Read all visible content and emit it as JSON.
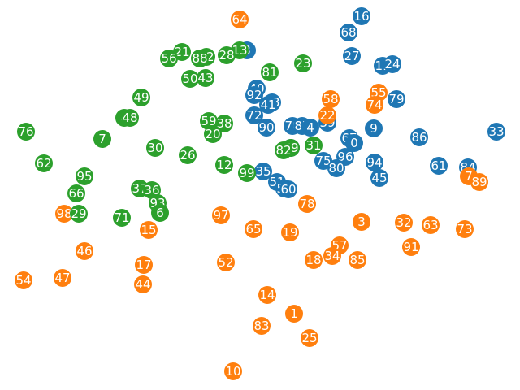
{
  "chart_data": {
    "type": "scatter",
    "title": "",
    "xlabel": "",
    "ylabel": "",
    "grid": false,
    "axes_visible": false,
    "xlim": [
      0,
      640
    ],
    "ylim": [
      0,
      480
    ],
    "series": [
      {
        "color": "#1f77b4",
        "points": [
          {
            "label": "16",
            "x": 445,
            "y": 20
          },
          {
            "label": "68",
            "x": 429,
            "y": 40
          },
          {
            "label": "3",
            "x": 304,
            "y": 62
          },
          {
            "label": "27",
            "x": 433,
            "y": 69
          },
          {
            "label": "11",
            "x": 471,
            "y": 81
          },
          {
            "label": "24",
            "x": 483,
            "y": 79
          },
          {
            "label": "40",
            "x": 316,
            "y": 109
          },
          {
            "label": "92",
            "x": 313,
            "y": 117
          },
          {
            "label": "79",
            "x": 488,
            "y": 122
          },
          {
            "label": "53",
            "x": 335,
            "y": 126
          },
          {
            "label": "41",
            "x": 330,
            "y": 129
          },
          {
            "label": "72",
            "x": 313,
            "y": 142
          },
          {
            "label": "39",
            "x": 403,
            "y": 151
          },
          {
            "label": "70",
            "x": 360,
            "y": 155
          },
          {
            "label": "87",
            "x": 372,
            "y": 155
          },
          {
            "label": "4",
            "x": 382,
            "y": 157
          },
          {
            "label": "90",
            "x": 328,
            "y": 157
          },
          {
            "label": "9",
            "x": 460,
            "y": 158
          },
          {
            "label": "33",
            "x": 611,
            "y": 162
          },
          {
            "label": "86",
            "x": 516,
            "y": 169
          },
          {
            "label": "67",
            "x": 430,
            "y": 170
          },
          {
            "label": "0",
            "x": 436,
            "y": 176
          },
          {
            "label": "2",
            "x": 358,
            "y": 182
          },
          {
            "label": "96",
            "x": 425,
            "y": 193
          },
          {
            "label": "75",
            "x": 398,
            "y": 198
          },
          {
            "label": "94",
            "x": 461,
            "y": 200
          },
          {
            "label": "61",
            "x": 540,
            "y": 204
          },
          {
            "label": "84",
            "x": 576,
            "y": 206
          },
          {
            "label": "80",
            "x": 414,
            "y": 207
          },
          {
            "label": "35",
            "x": 324,
            "y": 211
          },
          {
            "label": "45",
            "x": 467,
            "y": 219
          },
          {
            "label": "51",
            "x": 341,
            "y": 224
          },
          {
            "label": "58",
            "x": 350,
            "y": 232
          },
          {
            "label": "60",
            "x": 355,
            "y": 233
          }
        ]
      },
      {
        "color": "#ff7f0e",
        "points": [
          {
            "label": "64",
            "x": 295,
            "y": 24
          },
          {
            "label": "55",
            "x": 466,
            "y": 114
          },
          {
            "label": "58",
            "x": 407,
            "y": 122
          },
          {
            "label": "74",
            "x": 461,
            "y": 129
          },
          {
            "label": "22",
            "x": 403,
            "y": 142
          },
          {
            "label": "7",
            "x": 577,
            "y": 217
          },
          {
            "label": "89",
            "x": 590,
            "y": 224
          },
          {
            "label": "78",
            "x": 378,
            "y": 251
          },
          {
            "label": "98",
            "x": 79,
            "y": 263
          },
          {
            "label": "97",
            "x": 272,
            "y": 265
          },
          {
            "label": "3",
            "x": 445,
            "y": 273
          },
          {
            "label": "32",
            "x": 497,
            "y": 274
          },
          {
            "label": "63",
            "x": 530,
            "y": 277
          },
          {
            "label": "73",
            "x": 572,
            "y": 282
          },
          {
            "label": "15",
            "x": 183,
            "y": 283
          },
          {
            "label": "65",
            "x": 312,
            "y": 282
          },
          {
            "label": "19",
            "x": 357,
            "y": 286
          },
          {
            "label": "57",
            "x": 418,
            "y": 302
          },
          {
            "label": "91",
            "x": 506,
            "y": 304
          },
          {
            "label": "46",
            "x": 104,
            "y": 309
          },
          {
            "label": "34",
            "x": 409,
            "y": 315
          },
          {
            "label": "18",
            "x": 386,
            "y": 320
          },
          {
            "label": "85",
            "x": 440,
            "y": 320
          },
          {
            "label": "52",
            "x": 278,
            "y": 323
          },
          {
            "label": "17",
            "x": 177,
            "y": 326
          },
          {
            "label": "47",
            "x": 77,
            "y": 342
          },
          {
            "label": "54",
            "x": 29,
            "y": 345
          },
          {
            "label": "44",
            "x": 176,
            "y": 350
          },
          {
            "label": "14",
            "x": 329,
            "y": 363
          },
          {
            "label": "1",
            "x": 362,
            "y": 386
          },
          {
            "label": "83",
            "x": 322,
            "y": 401
          },
          {
            "label": "25",
            "x": 381,
            "y": 416
          },
          {
            "label": "10",
            "x": 287,
            "y": 457
          }
        ]
      },
      {
        "color": "#2ca02c",
        "points": [
          {
            "label": "13",
            "x": 295,
            "y": 62
          },
          {
            "label": "21",
            "x": 224,
            "y": 64
          },
          {
            "label": "82",
            "x": 254,
            "y": 70
          },
          {
            "label": "88",
            "x": 246,
            "y": 72
          },
          {
            "label": "28",
            "x": 279,
            "y": 68
          },
          {
            "label": "56",
            "x": 208,
            "y": 72
          },
          {
            "label": "23",
            "x": 373,
            "y": 78
          },
          {
            "label": "81",
            "x": 332,
            "y": 89
          },
          {
            "label": "50",
            "x": 234,
            "y": 97
          },
          {
            "label": "43",
            "x": 253,
            "y": 96
          },
          {
            "label": "49",
            "x": 174,
            "y": 120
          },
          {
            "label": "4",
            "x": 153,
            "y": 145
          },
          {
            "label": "48",
            "x": 160,
            "y": 145
          },
          {
            "label": "59",
            "x": 257,
            "y": 149
          },
          {
            "label": "38",
            "x": 276,
            "y": 152
          },
          {
            "label": "76",
            "x": 32,
            "y": 162
          },
          {
            "label": "20",
            "x": 262,
            "y": 165
          },
          {
            "label": "7",
            "x": 126,
            "y": 171
          },
          {
            "label": "69",
            "x": 358,
            "y": 182
          },
          {
            "label": "30",
            "x": 191,
            "y": 182
          },
          {
            "label": "31",
            "x": 386,
            "y": 179
          },
          {
            "label": "82",
            "x": 349,
            "y": 185
          },
          {
            "label": "26",
            "x": 231,
            "y": 191
          },
          {
            "label": "62",
            "x": 54,
            "y": 201
          },
          {
            "label": "12",
            "x": 276,
            "y": 203
          },
          {
            "label": "99",
            "x": 304,
            "y": 213
          },
          {
            "label": "95",
            "x": 104,
            "y": 217
          },
          {
            "label": "37",
            "x": 172,
            "y": 232
          },
          {
            "label": "36",
            "x": 187,
            "y": 234
          },
          {
            "label": "66",
            "x": 94,
            "y": 238
          },
          {
            "label": "93",
            "x": 194,
            "y": 250
          },
          {
            "label": "29",
            "x": 97,
            "y": 263
          },
          {
            "label": "6",
            "x": 197,
            "y": 262
          },
          {
            "label": "71",
            "x": 150,
            "y": 268
          }
        ]
      }
    ]
  }
}
